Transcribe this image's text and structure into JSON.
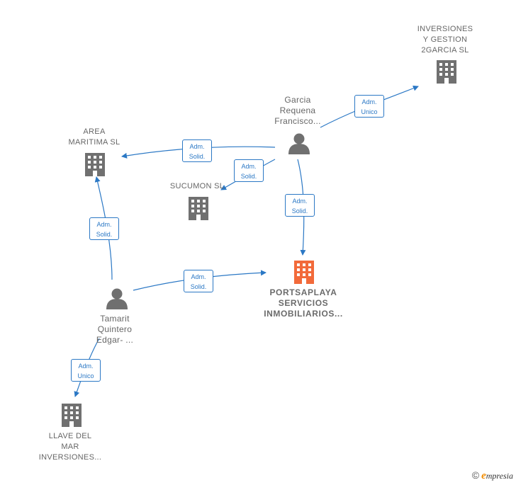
{
  "nodes": {
    "inversiones": {
      "lines": [
        "INVERSIONES",
        "Y GESTION",
        "2GARCIA  SL"
      ],
      "icon": "building-icon"
    },
    "area_maritima": {
      "lines": [
        "AREA",
        "MARITIMA  SL"
      ],
      "icon": "building-icon"
    },
    "sucumon": {
      "lines": [
        "SUCUMON  SL"
      ],
      "icon": "building-icon"
    },
    "portsaplaya": {
      "lines": [
        "PORTSAPLAYA",
        "SERVICIOS",
        "INMOBILIARIOS..."
      ],
      "icon": "building-icon",
      "color": "#f26a3a"
    },
    "llave": {
      "lines": [
        "LLAVE DEL",
        "MAR",
        "INVERSIONES..."
      ],
      "icon": "building-icon"
    },
    "garcia": {
      "lines": [
        "Garcia",
        "Requena",
        "Francisco..."
      ],
      "icon": "person-icon"
    },
    "tamarit": {
      "lines": [
        "Tamarit",
        "Quintero",
        "Edgar- ..."
      ],
      "icon": "person-icon"
    }
  },
  "edges": [
    {
      "id": "garcia-inversiones",
      "lines": [
        "Adm.",
        "Unico"
      ]
    },
    {
      "id": "garcia-area",
      "lines": [
        "Adm.",
        "Solid."
      ]
    },
    {
      "id": "garcia-sucumon",
      "lines": [
        "Adm.",
        "Solid."
      ]
    },
    {
      "id": "garcia-portsaplaya",
      "lines": [
        "Adm.",
        "Solid."
      ]
    },
    {
      "id": "tamarit-area",
      "lines": [
        "Adm.",
        "Solid."
      ]
    },
    {
      "id": "tamarit-portsaplaya",
      "lines": [
        "Adm.",
        "Solid."
      ]
    },
    {
      "id": "tamarit-llave",
      "lines": [
        "Adm.",
        "Unico"
      ]
    }
  ],
  "colors": {
    "edge": "#2b78c5",
    "node": "#707070",
    "focus": "#f26a3a"
  },
  "brand": {
    "copyright": "©",
    "e": "e",
    "rest": "mpresia"
  }
}
